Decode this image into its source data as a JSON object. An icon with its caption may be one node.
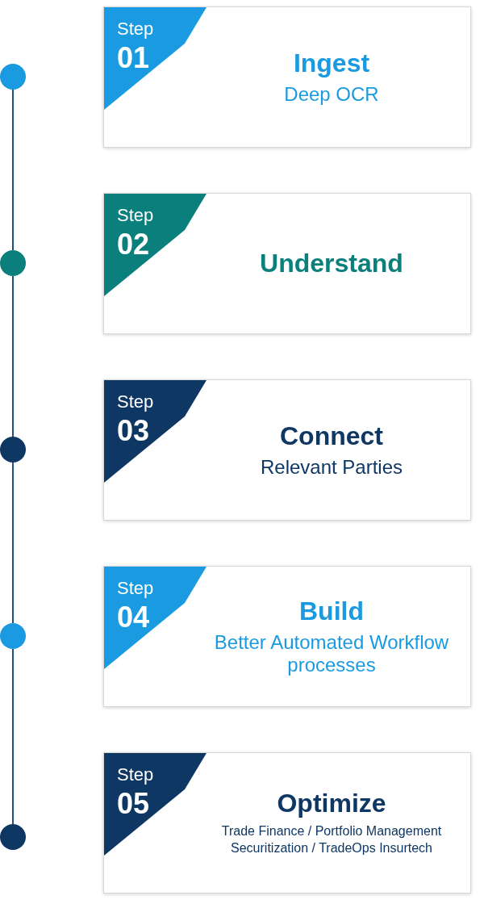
{
  "diagram": {
    "nodes": [
      {
        "text": [
          "Step",
          "01",
          "Ingest",
          "Deep OCR"
        ]
      },
      {
        "text": [
          "Step",
          "02",
          "Understand"
        ]
      },
      {
        "text": [
          "Step",
          "03",
          "Connect",
          "Relevant Parties"
        ]
      },
      {
        "text": [
          "Step",
          "04",
          "Build",
          "Better Automated Workflow processes"
        ]
      },
      {
        "text": [
          "Step",
          "05",
          "Optimize",
          "Trade Finance / Portfolio Management Securitization / TradeOps Insurtech"
        ]
      },
      {
        "text": [],
        "shape": "circle"
      },
      {
        "text": [],
        "shape": "circle"
      },
      {
        "text": [],
        "shape": "circle"
      },
      {
        "text": [],
        "shape": "circle"
      },
      {
        "text": [],
        "shape": "circle"
      }
    ],
    "edges": [
      {
        "from": 5,
        "to": 6,
        "arrow": "none"
      },
      {
        "from": 6,
        "to": 7,
        "arrow": "none"
      },
      {
        "from": 7,
        "to": 8,
        "arrow": "none"
      },
      {
        "from": 8,
        "to": 9,
        "arrow": "none"
      }
    ]
  }
}
